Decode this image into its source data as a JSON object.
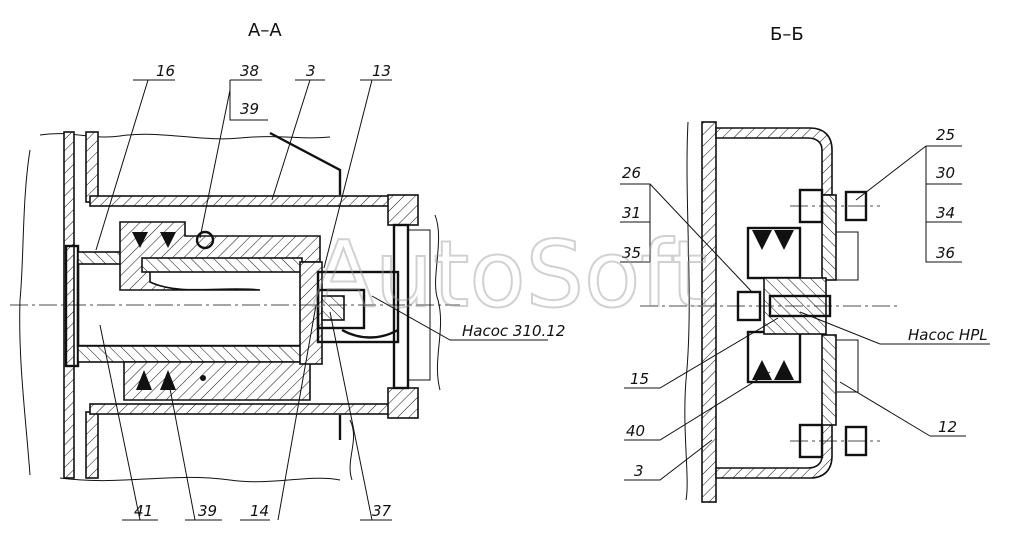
{
  "sections": {
    "left_title": "А–А",
    "right_title": "Б–Б"
  },
  "watermark": "AutoSoft",
  "labels_left": {
    "l16": "16",
    "l38": "38",
    "l39_top": "39",
    "l3": "3",
    "l13": "13",
    "pump_310": "Насос 310.12",
    "l41": "41",
    "l39_bot": "39",
    "l14": "14",
    "l37": "37"
  },
  "labels_right": {
    "l25": "25",
    "l30": "30",
    "l34": "34",
    "l36": "36",
    "l26": "26",
    "l31": "31",
    "l35": "35",
    "pump_hpl": "Насос HPL",
    "l15": "15",
    "l40": "40",
    "l3": "3",
    "l12": "12"
  },
  "colors": {
    "ink": "#111111",
    "paper": "#ffffff",
    "watermark": "#9a9a9a"
  }
}
